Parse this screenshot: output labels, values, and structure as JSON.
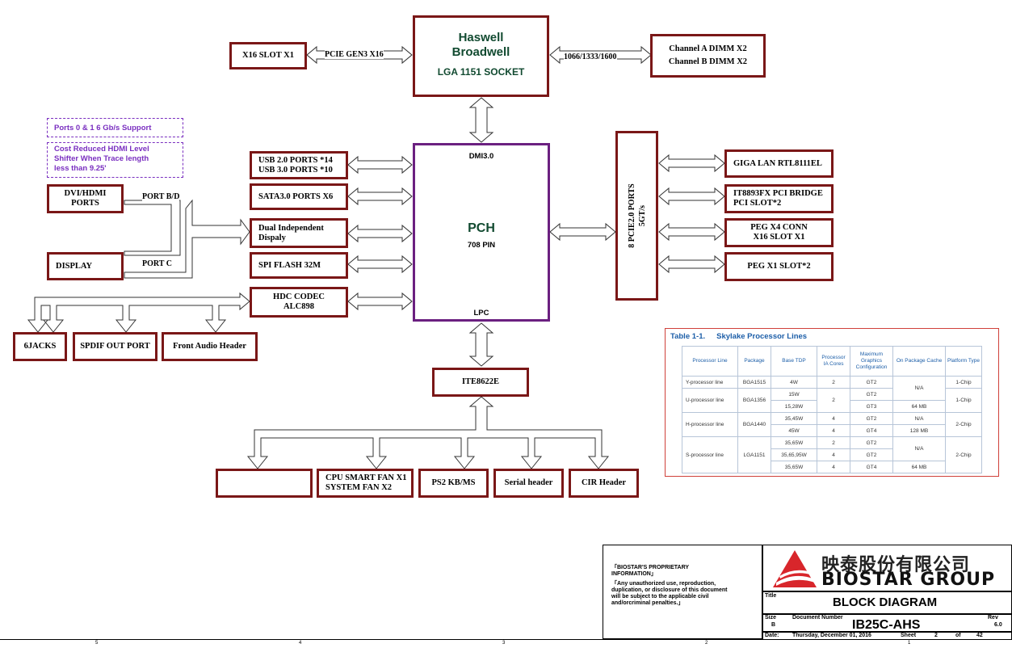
{
  "cpu": {
    "line1": "Haswell",
    "line2": "Broadwell",
    "line3": "LGA 1151 SOCKET"
  },
  "pch": {
    "dmi": "DMI3.0",
    "name": "PCH",
    "pin": "708 PIN",
    "lpc": "LPC"
  },
  "pcie_bridge": {
    "line1": "8 PCIE2.0 PORTS",
    "line2": "5GT/s"
  },
  "blocks": {
    "x16_slot": "X16 SLOT X1",
    "dimm_a": "Channel A DIMM X2",
    "dimm_b": "Channel B DIMM X2",
    "usb2": "USB 2.0 PORTS *14",
    "usb3": "USB 3.0 PORTS *10",
    "sata": "SATA3.0 PORTS X6",
    "dual_display_1": "Dual Independent",
    "dual_display_2": "Dispaly",
    "spi_flash": "SPI FLASH 32M",
    "hdc_codec_1": "HDC CODEC",
    "hdc_codec_2": "ALC898",
    "dvi_hdmi_1": "DVI/HDMI",
    "dvi_hdmi_2": "PORTS",
    "display": "DISPLAY",
    "jacks": "6JACKS",
    "spdif": "SPDIF OUT PORT",
    "front_audio": "Front Audio Header",
    "giga_lan": "GIGA LAN RTL8111EL",
    "pci_bridge_1": "IT8893FX PCI BRIDGE",
    "pci_bridge_2": "PCI SLOT*2",
    "peg_x4_1": "PEG X4 CONN",
    "peg_x4_2": "X16 SLOT X1",
    "peg_x1": "PEG X1 SLOT*2",
    "ite": "ITE8622E",
    "empty": "",
    "cpu_fan_1": "CPU SMART FAN X1",
    "cpu_fan_2": "SYSTEM FAN X2",
    "ps2": "PS2 KB/MS",
    "serial": "Serial header",
    "cir": "CIR Header"
  },
  "labels": {
    "pcie_gen3": "PCIE GEN3 X16",
    "mem_speed": "1066/1333/1600",
    "port_bd": "PORT B/D",
    "port_c": "PORT C"
  },
  "notes": {
    "note1": "Ports 0 & 1 6 Gb/s Support",
    "note2_1": "Cost Reduced HDMI Level",
    "note2_2": "Shifter When Trace length",
    "note2_3": "less than 9.25'"
  },
  "table": {
    "title_num": "Table 1-1.",
    "title_text": "Skylake Processor Lines",
    "headers": [
      "Processor Line",
      "Package",
      "Base TDP",
      "Processor IA Cores",
      "Maximum Graphics Configuration",
      "On Package Cache",
      "Platform Type"
    ],
    "rows": [
      {
        "line": "Y-processor line",
        "pkg": "BGA1515",
        "tdp": "4W",
        "cores": "2",
        "gfx": "GT2",
        "cache": "N/A",
        "plat": "1-Chip"
      },
      {
        "line": "U-processor line",
        "pkg": "BGA1356",
        "tdp": "15W",
        "cores": "2",
        "gfx": "GT2",
        "cache": "N/A",
        "plat": "1-Chip"
      },
      {
        "line": "",
        "pkg": "",
        "tdp": "15,28W",
        "cores": "",
        "gfx": "GT3",
        "cache": "64 MB",
        "plat": ""
      },
      {
        "line": "H-processor line",
        "pkg": "BGA1440",
        "tdp": "35,45W",
        "cores": "4",
        "gfx": "GT2",
        "cache": "N/A",
        "plat": "2-Chip"
      },
      {
        "line": "",
        "pkg": "",
        "tdp": "45W",
        "cores": "4",
        "gfx": "GT4",
        "cache": "128 MB",
        "plat": ""
      },
      {
        "line": "S-processor line",
        "pkg": "LGA1151",
        "tdp": "35,65W",
        "cores": "2",
        "gfx": "GT2",
        "cache": "N/A",
        "plat": "2-Chip"
      },
      {
        "line": "",
        "pkg": "",
        "tdp": "35,65,95W",
        "cores": "4",
        "gfx": "GT2",
        "cache": "",
        "plat": ""
      },
      {
        "line": "",
        "pkg": "",
        "tdp": "35,65W",
        "cores": "4",
        "gfx": "GT4",
        "cache": "64 MB",
        "plat": ""
      }
    ]
  },
  "titleblock": {
    "prop1": "「BIOSTAR'S PROPRIETARY",
    "prop2": "INFORMATION」",
    "prop3": "「Any unauthorized use, reproduction,",
    "prop4": "duplication, or disclosure of this document",
    "prop5": "will be subject to the applicable civil",
    "prop6": "and/orcriminal penalties.」",
    "company_cn": "映泰股份有限公司",
    "company_en": "BIOSTAR GROUP",
    "title_label": "Title",
    "title": "BLOCK DIAGRAM",
    "size_label": "Size",
    "size": "B",
    "docnum_label": "Document Number",
    "docnum": "IB25C-AHS",
    "rev_label": "Rev",
    "rev": "6.0",
    "date_label": "Date:",
    "date": "Thursday, December 01, 2016",
    "sheet_label": "Sheet",
    "sheet": "2",
    "of_label": "of",
    "of": "42"
  },
  "columns": [
    "5",
    "4",
    "3",
    "2",
    "1"
  ],
  "colors": {
    "block_border": "#7a1717",
    "pch_border": "#6b2080",
    "note": "#7a2fc0",
    "table_title": "#1c5ea8",
    "logo_red": "#d8262b"
  }
}
